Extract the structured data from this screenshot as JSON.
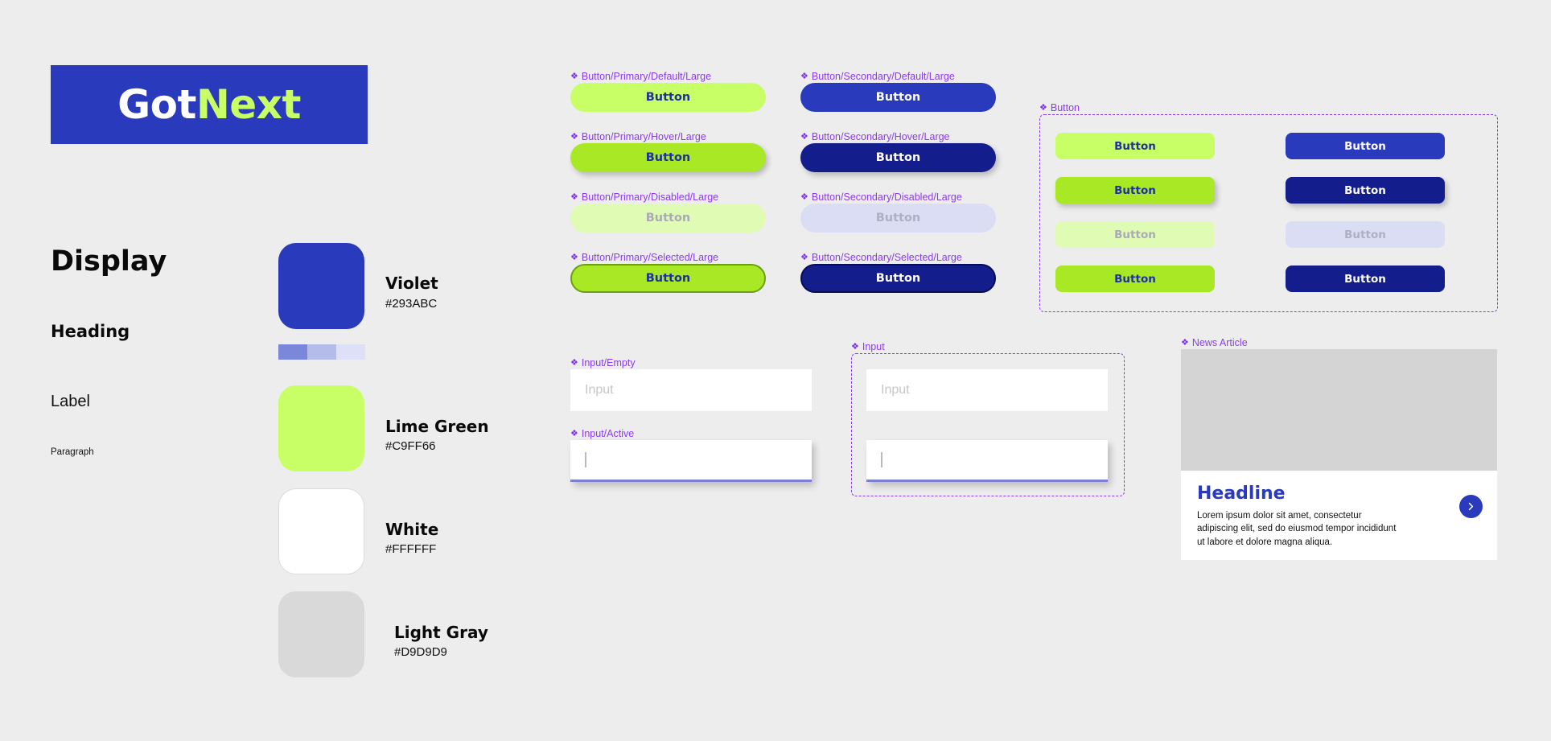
{
  "logo": {
    "part1": "Got",
    "part2": "Next",
    "bg": "#293ABC"
  },
  "typography": {
    "display": "Display",
    "heading": "Heading",
    "label": "Label",
    "paragraph": "Paragraph"
  },
  "colors": [
    {
      "name": "Violet",
      "hex": "#293ABC"
    },
    {
      "name": "Lime Green",
      "hex": "#C9FF66"
    },
    {
      "name": "White",
      "hex": "#FFFFFF"
    },
    {
      "name": "Light Gray",
      "hex": "#D9D9D9"
    }
  ],
  "tints": [
    "#7B87DA",
    "#B4BCE9",
    "#DDE0F6"
  ],
  "buttons": {
    "label_text": "Button",
    "primary": [
      {
        "spec": "Button/Primary/Default/Large",
        "label": "Button"
      },
      {
        "spec": "Button/Primary/Hover/Large",
        "label": "Button"
      },
      {
        "spec": "Button/Primary/Disabled/Large",
        "label": "Button"
      },
      {
        "spec": "Button/Primary/Selected/Large",
        "label": "Button"
      }
    ],
    "secondary": [
      {
        "spec": "Button/Secondary/Default/Large",
        "label": "Button"
      },
      {
        "spec": "Button/Secondary/Hover/Large",
        "label": "Button"
      },
      {
        "spec": "Button/Secondary/Disabled/Large",
        "label": "Button"
      },
      {
        "spec": "Button/Secondary/Selected/Large",
        "label": "Button"
      }
    ],
    "group": {
      "spec": "Button",
      "items": [
        {
          "label": "Button"
        },
        {
          "label": "Button"
        },
        {
          "label": "Button"
        },
        {
          "label": "Button"
        },
        {
          "label": "Button"
        },
        {
          "label": "Button"
        },
        {
          "label": "Button"
        },
        {
          "label": "Button"
        }
      ]
    }
  },
  "inputs": {
    "empty_spec": "Input/Empty",
    "active_spec": "Input/Active",
    "group_spec": "Input",
    "placeholder": "Input",
    "value": ""
  },
  "news": {
    "spec": "News Article",
    "headline": "Headline",
    "body": "Lorem ipsum dolor sit amet, consectetur adipiscing elit, sed do eiusmod tempor incididunt ut labore et dolore magna aliqua.",
    "arrow_icon": "chevron-right-icon"
  },
  "glyphs": {
    "diamond": "❖"
  }
}
